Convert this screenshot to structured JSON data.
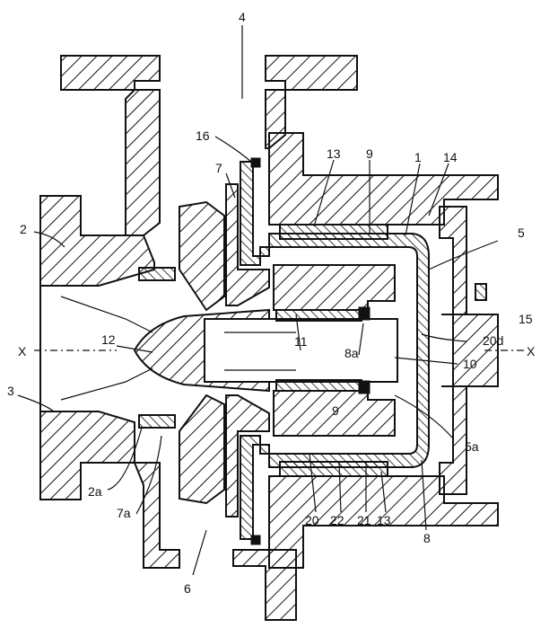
{
  "labels": {
    "l1": "1",
    "l2": "2",
    "l2a": "2a",
    "l3": "3",
    "l4": "4",
    "l5": "5",
    "l5a": "5a",
    "l6": "6",
    "l7": "7",
    "l7a": "7a",
    "l8": "8",
    "l8a": "8a",
    "l9top": "9",
    "l9bot": "9",
    "l10": "10",
    "l11": "11",
    "l12": "12",
    "l13top": "13",
    "l13bot": "13",
    "l14": "14",
    "l15": "15",
    "l16": "16",
    "l20": "20",
    "l20d": "20d",
    "l21": "21",
    "l22": "22",
    "xleft": "X",
    "xright": "X"
  }
}
